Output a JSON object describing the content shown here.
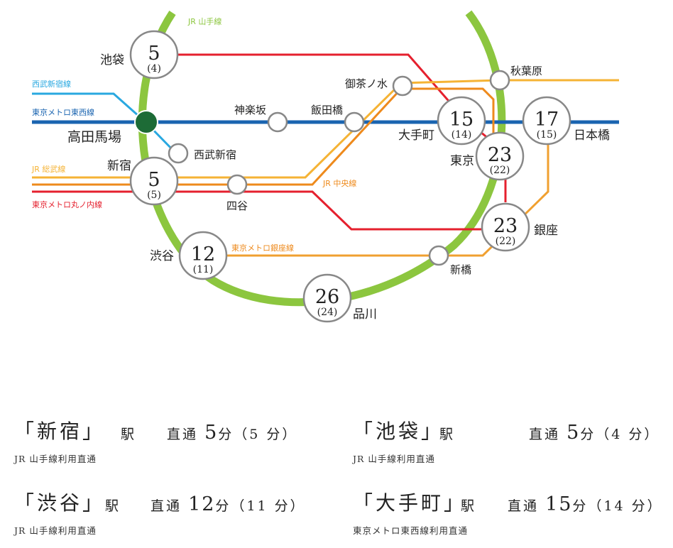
{
  "map": {
    "lines": {
      "yamanote": {
        "label": "JR 山手線",
        "color": "#8cc63f"
      },
      "seibu_shinjuku": {
        "label": "西武新宿線",
        "color": "#29a8e0"
      },
      "tozai": {
        "label": "東京メトロ東西線",
        "color": "#1a64b0"
      },
      "sobu": {
        "label": "JR 総武線",
        "color": "#f5b335"
      },
      "chuo": {
        "label": "JR 中央線",
        "color": "#ee8a1c"
      },
      "marunouchi": {
        "label": "東京メトロ丸ノ内線",
        "color": "#e5202e"
      },
      "ginza": {
        "label": "東京メトロ銀座線",
        "color": "#f0a030"
      }
    },
    "stations": {
      "takadanobaba": "高田馬場",
      "ikebukuro": "池袋",
      "shinjuku": "新宿",
      "shibuya": "渋谷",
      "shinagawa": "品川",
      "tokyo": "東京",
      "otemachi": "大手町",
      "nihombashi": "日本橋",
      "ginza": "銀座",
      "akihabara": "秋葉原",
      "ochanomizu": "御茶ノ水",
      "iidabashi": "飯田橋",
      "kagurazaka": "神楽坂",
      "yotsuya": "四谷",
      "seibu_shinjuku": "西武新宿",
      "shimbashi": "新橋"
    },
    "times": {
      "ikebukuro": {
        "main": "5",
        "sub": "(4)"
      },
      "shinjuku": {
        "main": "5",
        "sub": "(5)"
      },
      "shibuya": {
        "main": "12",
        "sub": "(11)"
      },
      "shinagawa": {
        "main": "26",
        "sub": "(24)"
      },
      "otemachi": {
        "main": "15",
        "sub": "(14)"
      },
      "tokyo": {
        "main": "23",
        "sub": "(22)"
      },
      "ginza": {
        "main": "23",
        "sub": "(22)"
      },
      "nihombashi": {
        "main": "17",
        "sub": "(15)"
      }
    }
  },
  "info": [
    {
      "station": "「新宿」",
      "eki": "駅",
      "pre": "直通",
      "minutes": "5",
      "unit": "分",
      "alt": "（5 分）",
      "route": "JR 山手線利用直通"
    },
    {
      "station": "「池袋」",
      "eki": "駅",
      "pre": "直通",
      "minutes": "5",
      "unit": "分",
      "alt": "（4 分）",
      "route": "JR 山手線利用直通"
    },
    {
      "station": "「渋谷」",
      "eki": "駅",
      "pre": "直通",
      "minutes": "12",
      "unit": "分",
      "alt": "（11 分）",
      "route": "JR 山手線利用直通"
    },
    {
      "station": "「大手町」",
      "eki": "駅",
      "pre": "直通",
      "minutes": "15",
      "unit": "分",
      "alt": "（14 分）",
      "route": "東京メトロ東西線利用直通"
    }
  ]
}
